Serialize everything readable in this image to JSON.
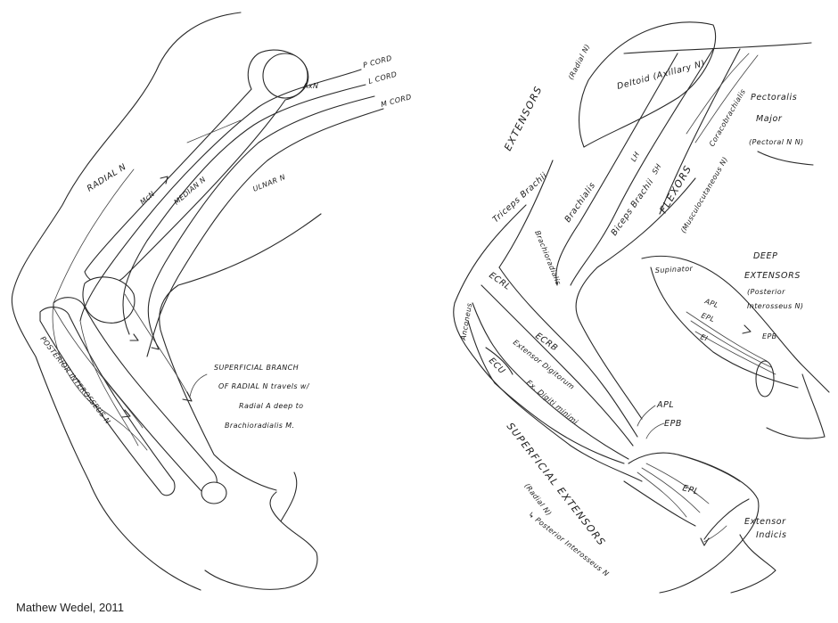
{
  "left": {
    "labels": {
      "radial_n": "RADIAL N",
      "axn": "AxN",
      "p_cord": "P CORD",
      "l_cord": "L CORD",
      "m_cord": "M CORD",
      "mcn": "McN",
      "median_n": "MEDIAN N",
      "ulnar_n": "ULNAR N",
      "posterior_interosseus_n": "POSTERIOR INTEROSSEUS N",
      "superficial_note_1": "SUPERFICIAL BRANCH",
      "superficial_note_2": "OF RADIAL N travels w/",
      "superficial_note_3": "Radial A deep to",
      "superficial_note_4": "Brachioradialis M."
    }
  },
  "right": {
    "labels": {
      "extensors": "EXTENSORS",
      "radial_n_paren": "(Radial N)",
      "deltoid": "Deltoid (Axillary N)",
      "pectoralis_1": "Pectoralis",
      "pectoralis_2": "Major",
      "pectoralis_3": "(Pectoral N N)",
      "coracobrachialis": "Coracobrachialis",
      "lh": "LH",
      "sh": "SH",
      "triceps": "Triceps Brachii",
      "brachialis": "Brachialis",
      "biceps": "Biceps Brachii",
      "flexors": "FLEXORS",
      "musculocutaneous": "(Musculocutaneous N)",
      "brachioradialis": "Brachioradialis",
      "ecrl": "ECRL",
      "anconeus": "Anconeus",
      "ecrb": "ECRB",
      "extensor_digitorum": "Extensor Digitorum",
      "ecu": "ECU",
      "ex_digiti_minimi": "Ex. Digiti minimi",
      "apl": "APL",
      "epb": "EPB",
      "epl": "EPL",
      "extensor_indicis_1": "Extensor",
      "extensor_indicis_2": "Indicis",
      "superficial_extensors": "SUPERFICIAL EXTENSORS",
      "radial_n_paren2": "(Radial N)",
      "posterior_interosseus": "↳ Posterior Interosseus N"
    },
    "deep": {
      "title_1": "DEEP",
      "title_2": "EXTENSORS",
      "subtitle_1": "(Posterior",
      "subtitle_2": "Interosseus N)",
      "supinator": "Supinator",
      "apl": "APL",
      "epl": "EPL",
      "ei": "EI",
      "epb": "EPB"
    }
  },
  "credit": "Mathew Wedel, 2011"
}
